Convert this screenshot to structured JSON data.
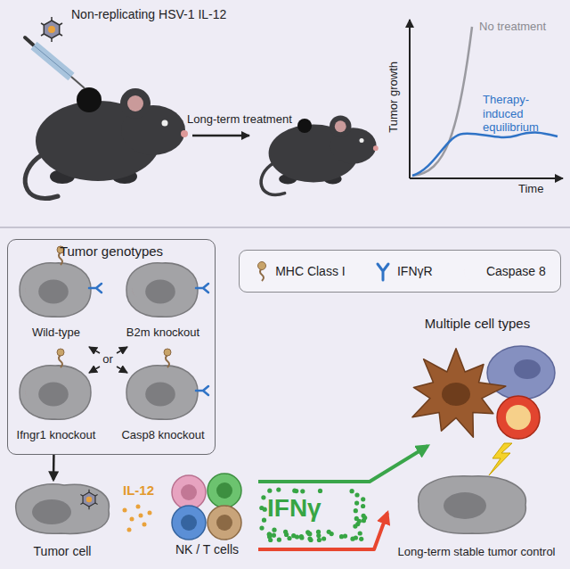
{
  "diagram": {
    "nodes": [
      {
        "text": [
          "Tumor genotypes"
        ]
      },
      {
        "text": [
          "Wild-type"
        ],
        "in": 0
      },
      {
        "text": [
          "B2m knockout"
        ],
        "in": 0
      },
      {
        "text": [
          "Ifngr1 knockout"
        ],
        "in": 0
      },
      {
        "text": [
          "Casp8 knockout"
        ],
        "in": 0
      },
      {
        "text": [
          "Tumor cell"
        ]
      },
      {
        "text": [
          "NK / T cells"
        ]
      },
      {
        "text": [
          "Multiple cell types"
        ]
      },
      {
        "text": [
          "Long-term stable tumor control"
        ]
      }
    ],
    "edges": [
      {
        "from": 0,
        "to": 5,
        "arrow": "to"
      },
      {
        "from": 6,
        "to": 7,
        "arrow": "to"
      },
      {
        "from": 6,
        "to": 8,
        "arrow": "to"
      }
    ],
    "labels": [
      "Non-replicating HSV-1 IL-12",
      "Long-term treatment",
      "Tumor growth",
      "Time",
      "No treatment",
      "Therapy-induced equilibrium",
      "or",
      "IL-12",
      "IFNγ"
    ],
    "legend": [
      {
        "text": "MHC Class I"
      },
      {
        "text": "IFNγR"
      },
      {
        "text": "Caspase 8"
      }
    ]
  }
}
